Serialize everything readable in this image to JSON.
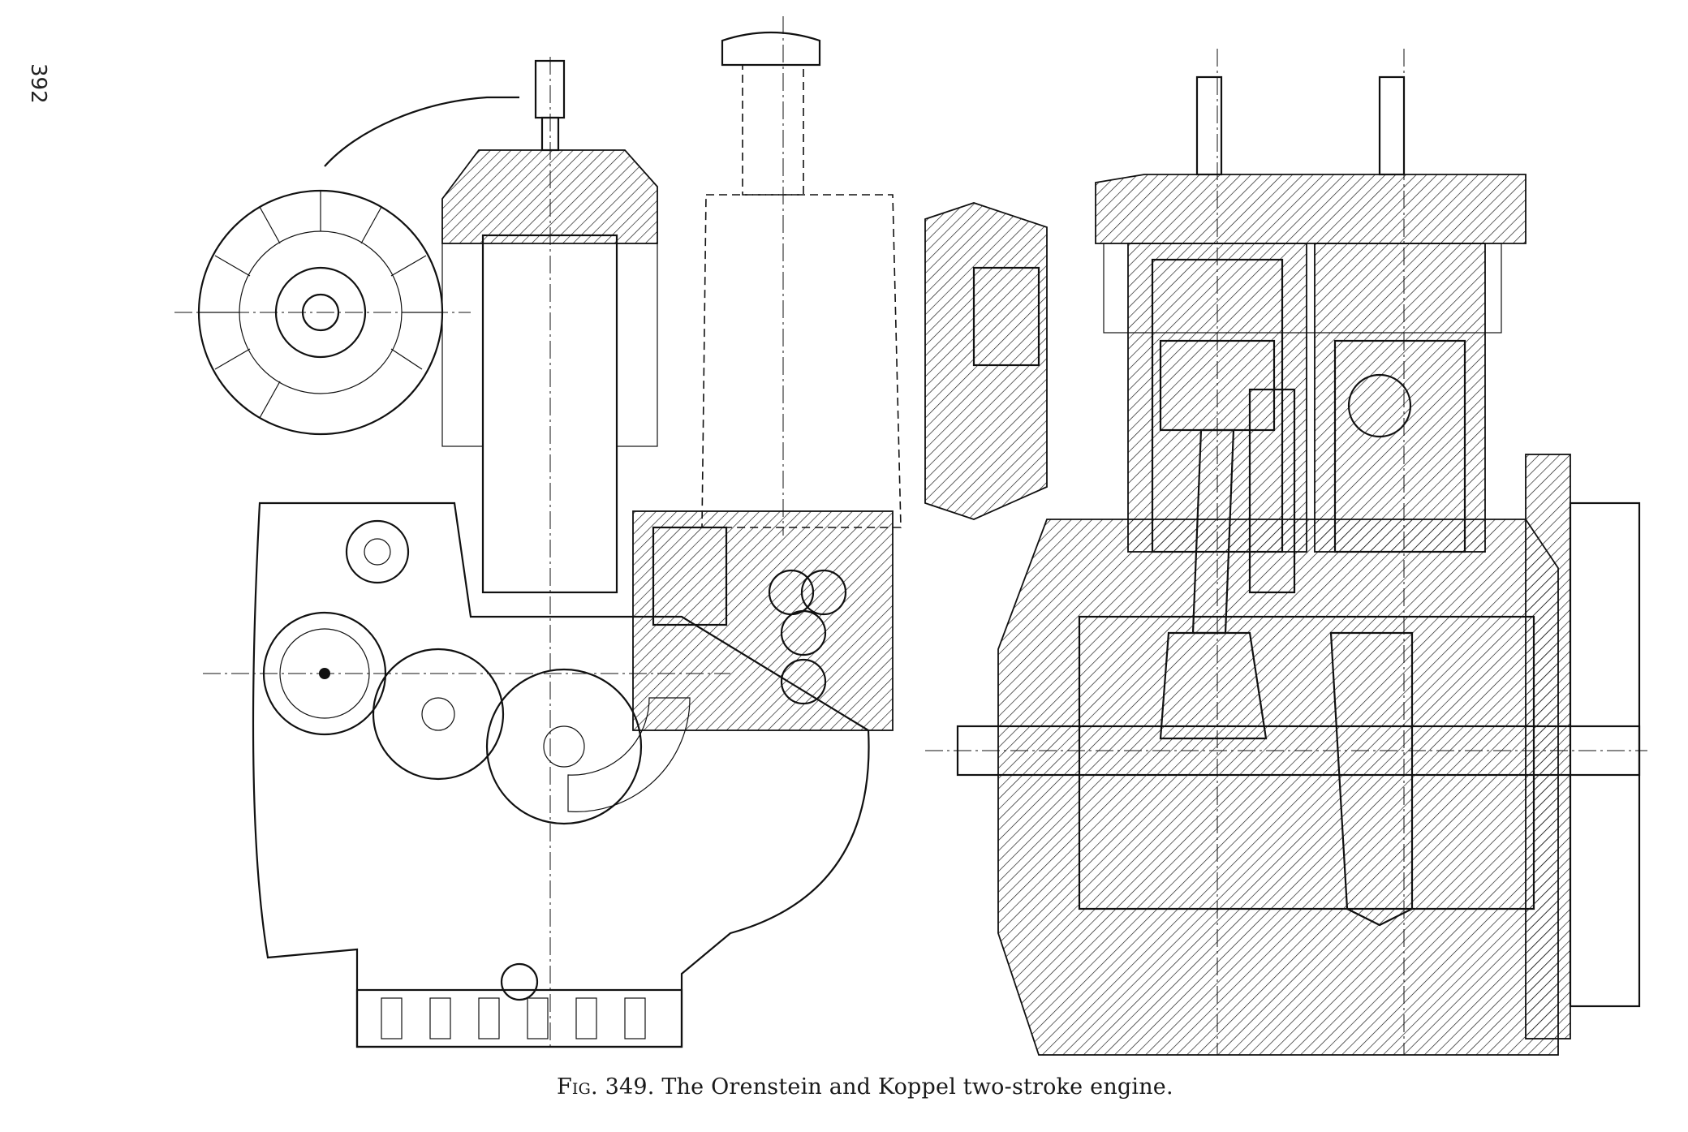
{
  "page_number": "392",
  "figure": {
    "label_prefix": "Fig.",
    "number": "349.",
    "caption": "The Orenstein and Koppel two-stroke engine.",
    "views": [
      "side-elevation-part-section",
      "longitudinal-section"
    ]
  }
}
